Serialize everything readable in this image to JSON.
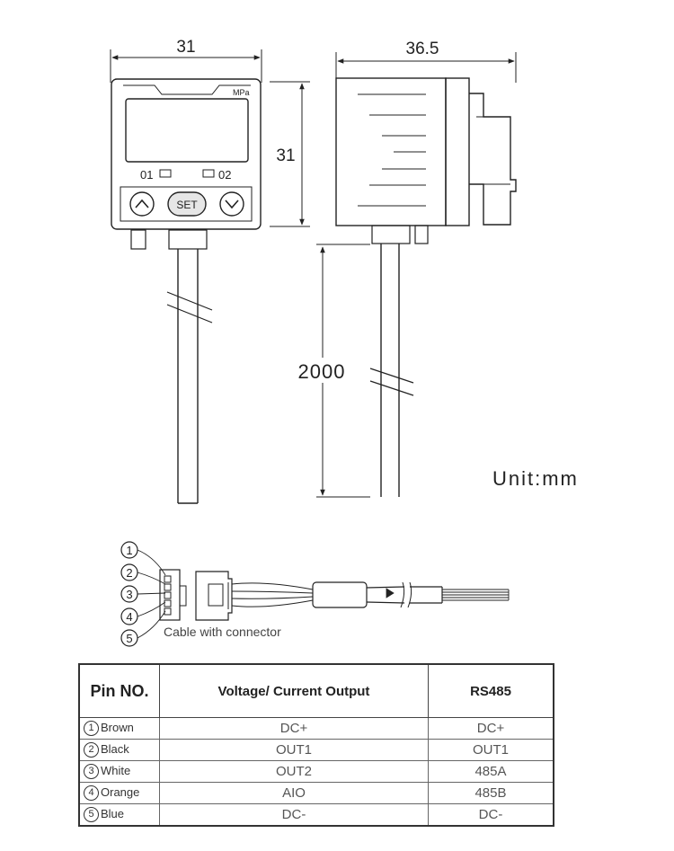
{
  "drawing": {
    "front_width": "31",
    "front_height": "31",
    "side_depth": "36.5",
    "cable_length": "2000",
    "display_unit": "MPa",
    "out1_label": "01",
    "out2_label": "02",
    "set_label": "SET"
  },
  "unit_label": "Unit:mm",
  "connector": {
    "caption": "Cable with connector",
    "pin_markers": [
      "1",
      "2",
      "3",
      "4",
      "5"
    ]
  },
  "pin_table": {
    "headers": [
      "Pin NO.",
      "Voltage/ Current Output",
      "RS485"
    ],
    "rows": [
      {
        "num": "1",
        "color": "Brown",
        "voltage": "DC+",
        "rs485": "DC+"
      },
      {
        "num": "2",
        "color": "Black",
        "voltage": "OUT1",
        "rs485": "OUT1"
      },
      {
        "num": "3",
        "color": "White",
        "voltage": "OUT2",
        "rs485": "485A"
      },
      {
        "num": "4",
        "color": "Orange",
        "voltage": "AIO",
        "rs485": "485B"
      },
      {
        "num": "5",
        "color": "Blue",
        "voltage": "DC-",
        "rs485": "DC-"
      }
    ]
  }
}
